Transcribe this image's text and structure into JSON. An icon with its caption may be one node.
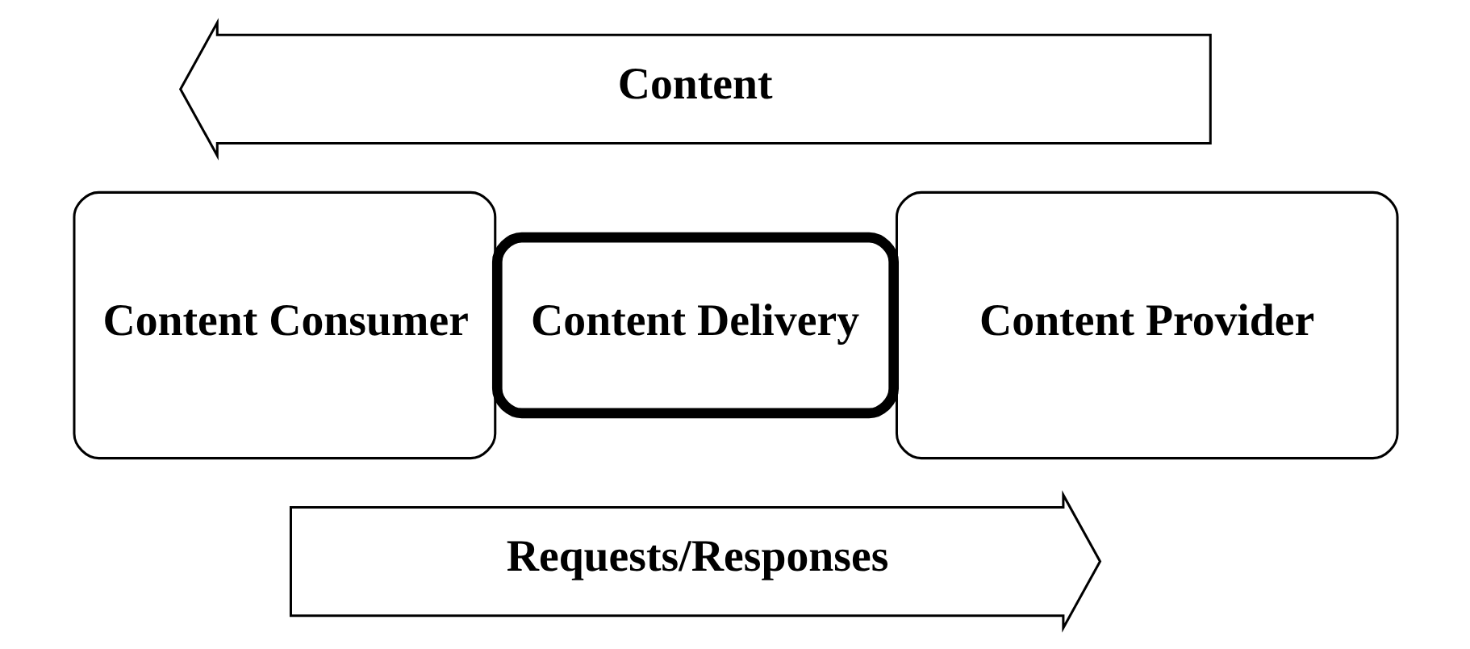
{
  "diagram": {
    "nodes": [
      {
        "text": [
          "Content"
        ]
      },
      {
        "text": [
          "Content Consumer"
        ]
      },
      {
        "text": [
          "Content Delivery"
        ]
      },
      {
        "text": [
          "Content Provider"
        ]
      },
      {
        "text": [
          "Requests/Responses"
        ]
      }
    ]
  }
}
